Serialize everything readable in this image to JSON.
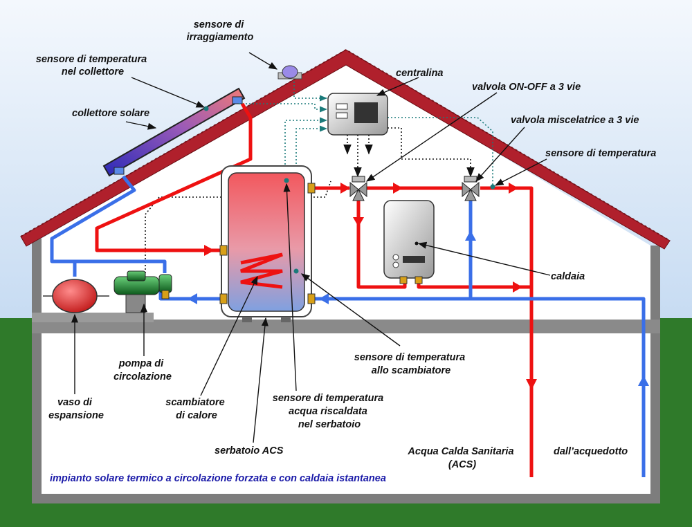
{
  "labels": {
    "sensore_irraggiamento": [
      "sensore di",
      "irraggiamento"
    ],
    "sensore_collettore": [
      "sensore di temperatura",
      "nel collettore"
    ],
    "collettore_solare": "collettore solare",
    "centralina": "centralina",
    "valvola_onoff": "valvola ON-OFF a 3 vie",
    "valvola_miscelatrice": "valvola miscelatrice a 3 vie",
    "sensore_temperatura": "sensore di temperatura",
    "caldaia": "caldaia",
    "sensore_scambiatore": [
      "sensore di temperatura",
      "allo scambiatore"
    ],
    "pompa": [
      "pompa di",
      "circolazione"
    ],
    "vaso": [
      "vaso di",
      "espansione"
    ],
    "scambiatore": [
      "scambiatore",
      "di calore"
    ],
    "sensore_serbatoio": [
      "sensore di temperatura",
      "acqua riscaldata",
      "nel serbatoio"
    ],
    "serbatoio": "serbatoio ACS",
    "acs": [
      "Acqua Calda Sanitaria",
      "(ACS)"
    ],
    "acquedotto": "dall’acquedotto"
  },
  "caption": "impianto solare termico a circolazione forzata e con caldaia istantanea",
  "colors": {
    "sky": "#cfe0f4",
    "grass": "#2f7a2a",
    "roof": "#b0202c",
    "wall": "#7a7a7a",
    "hot_pipe": "#ee1111",
    "cold_pipe": "#3a6fe8",
    "signal": "#1a7a7a"
  }
}
